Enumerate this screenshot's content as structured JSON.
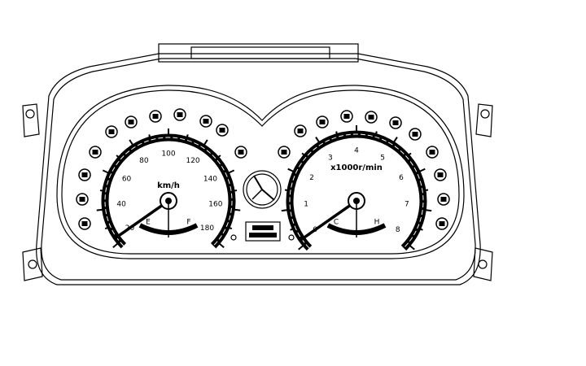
{
  "speedometer": {
    "unit": "km/h",
    "scale": [
      "20",
      "40",
      "60",
      "80",
      "100",
      "120",
      "140",
      "160",
      "180"
    ],
    "needle_value": 20,
    "fuel": {
      "empty": "E",
      "full": "F"
    }
  },
  "tachometer": {
    "unit": "x1000r/min",
    "scale": [
      "0",
      "1",
      "2",
      "3",
      "4",
      "5",
      "6",
      "7",
      "8"
    ],
    "needle_value": 0,
    "temperature": {
      "cold": "C",
      "hot": "H"
    }
  },
  "indicator_icons": [
    "battery-icon",
    "oil-icon",
    "seatbelt-icon",
    "airbag-icon",
    "engine-icon",
    "door-icon",
    "brake-icon",
    "turn-left-icon",
    "turn-right-icon",
    "fog-light-icon",
    "high-beam-icon",
    "abs-icon",
    "parking-icon",
    "glow-plug-icon",
    "fuel-icon",
    "coolant-icon",
    "light-icon",
    "warning-icon",
    "charge-icon",
    "tpms-icon",
    "seat-icon",
    "lamp-icon"
  ]
}
